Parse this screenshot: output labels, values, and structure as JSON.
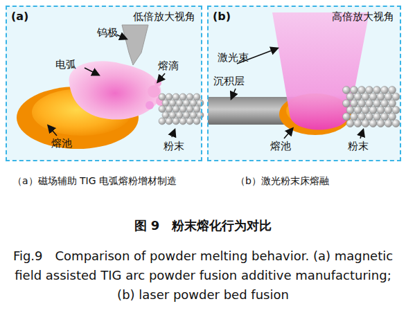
{
  "diagram": {
    "caption": "图 9　粉末熔化行为对比",
    "nodes": [
      {
        "text": [
          "(a)",
          "低倍放大视角"
        ]
      },
      {
        "text": [
          "(b)",
          "高倍放大视角"
        ]
      }
    ],
    "labels": [
      "钨极",
      "电弧",
      "熔滴",
      "熔池",
      "粉末",
      "激光束",
      "沉积层",
      "熔池",
      "粉末",
      "（a）磁场辅助 TIG 电弧熔粉增材制造",
      "（b）激光粉末床熔融",
      "Fig.9　Comparison of powder melting behavior. (a) magnetic field assisted TIG arc powder fusion additive manufacturing; (b) laser powder bed fusion"
    ]
  }
}
